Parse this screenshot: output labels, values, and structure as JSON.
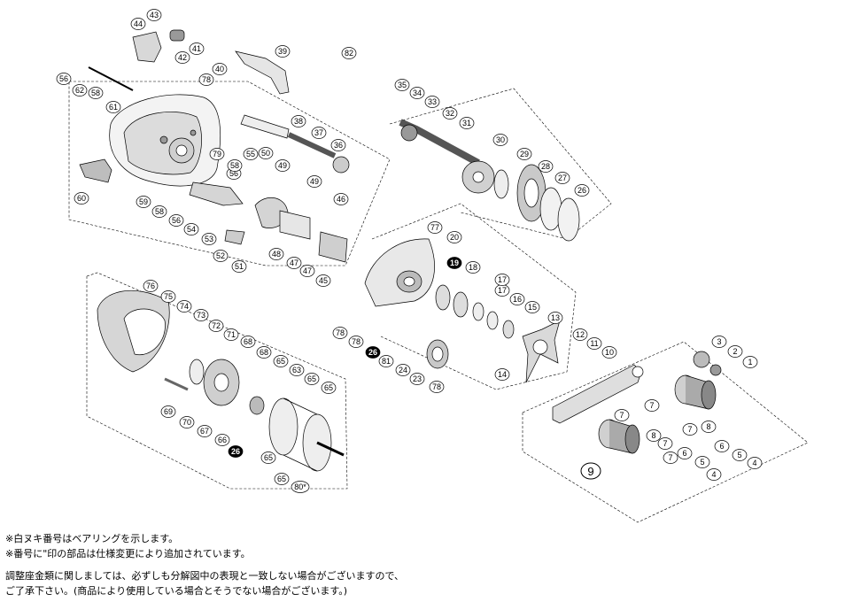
{
  "parts": [
    {
      "num": "1"
    },
    {
      "num": "2"
    },
    {
      "num": "3"
    },
    {
      "num": "4"
    },
    {
      "num": "4"
    },
    {
      "num": "5"
    },
    {
      "num": "5"
    },
    {
      "num": "6"
    },
    {
      "num": "6"
    },
    {
      "num": "7"
    },
    {
      "num": "7"
    },
    {
      "num": "7"
    },
    {
      "num": "7"
    },
    {
      "num": "7"
    },
    {
      "num": "8"
    },
    {
      "num": "8"
    },
    {
      "num": "10"
    },
    {
      "num": "11"
    },
    {
      "num": "12"
    },
    {
      "num": "13"
    },
    {
      "num": "14"
    },
    {
      "num": "15"
    },
    {
      "num": "16"
    },
    {
      "num": "17"
    },
    {
      "num": "17"
    },
    {
      "num": "18"
    },
    {
      "num": "20"
    },
    {
      "num": "23"
    },
    {
      "num": "24"
    },
    {
      "num": "26"
    },
    {
      "num": "27"
    },
    {
      "num": "28"
    },
    {
      "num": "29"
    },
    {
      "num": "30"
    },
    {
      "num": "31"
    },
    {
      "num": "32"
    },
    {
      "num": "33"
    },
    {
      "num": "34"
    },
    {
      "num": "35"
    },
    {
      "num": "36"
    },
    {
      "num": "37"
    },
    {
      "num": "38"
    },
    {
      "num": "39"
    },
    {
      "num": "40"
    },
    {
      "num": "41"
    },
    {
      "num": "42"
    },
    {
      "num": "43"
    },
    {
      "num": "44"
    },
    {
      "num": "45"
    },
    {
      "num": "46"
    },
    {
      "num": "47"
    },
    {
      "num": "47"
    },
    {
      "num": "48"
    },
    {
      "num": "49"
    },
    {
      "num": "49"
    },
    {
      "num": "50"
    },
    {
      "num": "51"
    },
    {
      "num": "52"
    },
    {
      "num": "53"
    },
    {
      "num": "54"
    },
    {
      "num": "55"
    },
    {
      "num": "56"
    },
    {
      "num": "56"
    },
    {
      "num": "56"
    },
    {
      "num": "58"
    },
    {
      "num": "58"
    },
    {
      "num": "58"
    },
    {
      "num": "59"
    },
    {
      "num": "60"
    },
    {
      "num": "61"
    },
    {
      "num": "62"
    },
    {
      "num": "63"
    },
    {
      "num": "65"
    },
    {
      "num": "65"
    },
    {
      "num": "65"
    },
    {
      "num": "65"
    },
    {
      "num": "65"
    },
    {
      "num": "66"
    },
    {
      "num": "67"
    },
    {
      "num": "68"
    },
    {
      "num": "68"
    },
    {
      "num": "69"
    },
    {
      "num": "70"
    },
    {
      "num": "71"
    },
    {
      "num": "72"
    },
    {
      "num": "73"
    },
    {
      "num": "74"
    },
    {
      "num": "75"
    },
    {
      "num": "76"
    },
    {
      "num": "77"
    },
    {
      "num": "78"
    },
    {
      "num": "78"
    },
    {
      "num": "78"
    },
    {
      "num": "78"
    },
    {
      "num": "79"
    },
    {
      "num": "80*"
    },
    {
      "num": "81"
    },
    {
      "num": "82"
    }
  ],
  "filled_parts": [
    {
      "num": "19"
    },
    {
      "num": "26"
    },
    {
      "num": "26"
    }
  ],
  "group_label": "9",
  "notes": {
    "line1": "※白ヌキ番号はベアリングを示します。",
    "line2": "※番号に\"印の部品は仕様変更により追加されています。",
    "line3": "調整座金類に関しましては、必ずしも分解図中の表現と一致しない場合がございますので、",
    "line4": "ご了承下さい。(商品により使用している場合とそうでない場合がございます。)"
  },
  "colors": {
    "line": "#000000",
    "background": "#ffffff",
    "part_fill": "#e9e9e9",
    "part_dark": "#9a9a9a"
  }
}
